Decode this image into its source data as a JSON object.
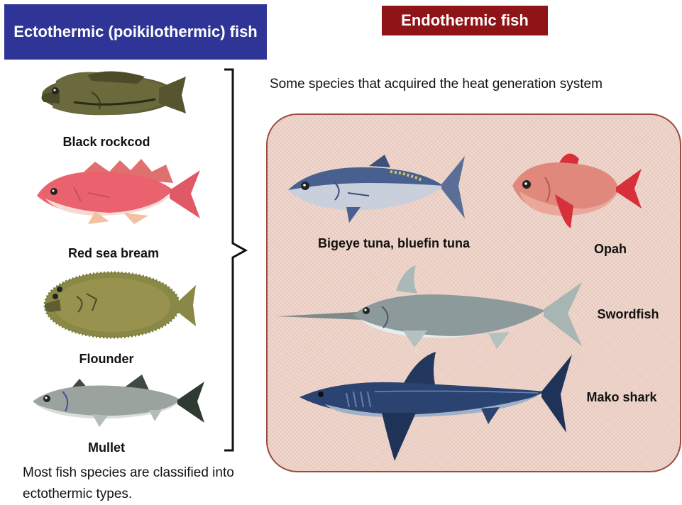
{
  "ectothermic": {
    "header": "Ectothermic (poikilothermic) fish",
    "fish": [
      "Black rockcod",
      "Red sea bream",
      "Flounder",
      "Mullet"
    ],
    "note": "Most fish species are classified into ectothermic types."
  },
  "endothermic": {
    "header": "Endothermic fish",
    "subtitle": "Some species that acquired the heat generation system",
    "fish": [
      "Bigeye tuna, bluefin tuna",
      "Opah",
      "Swordfish",
      "Mako shark"
    ]
  }
}
